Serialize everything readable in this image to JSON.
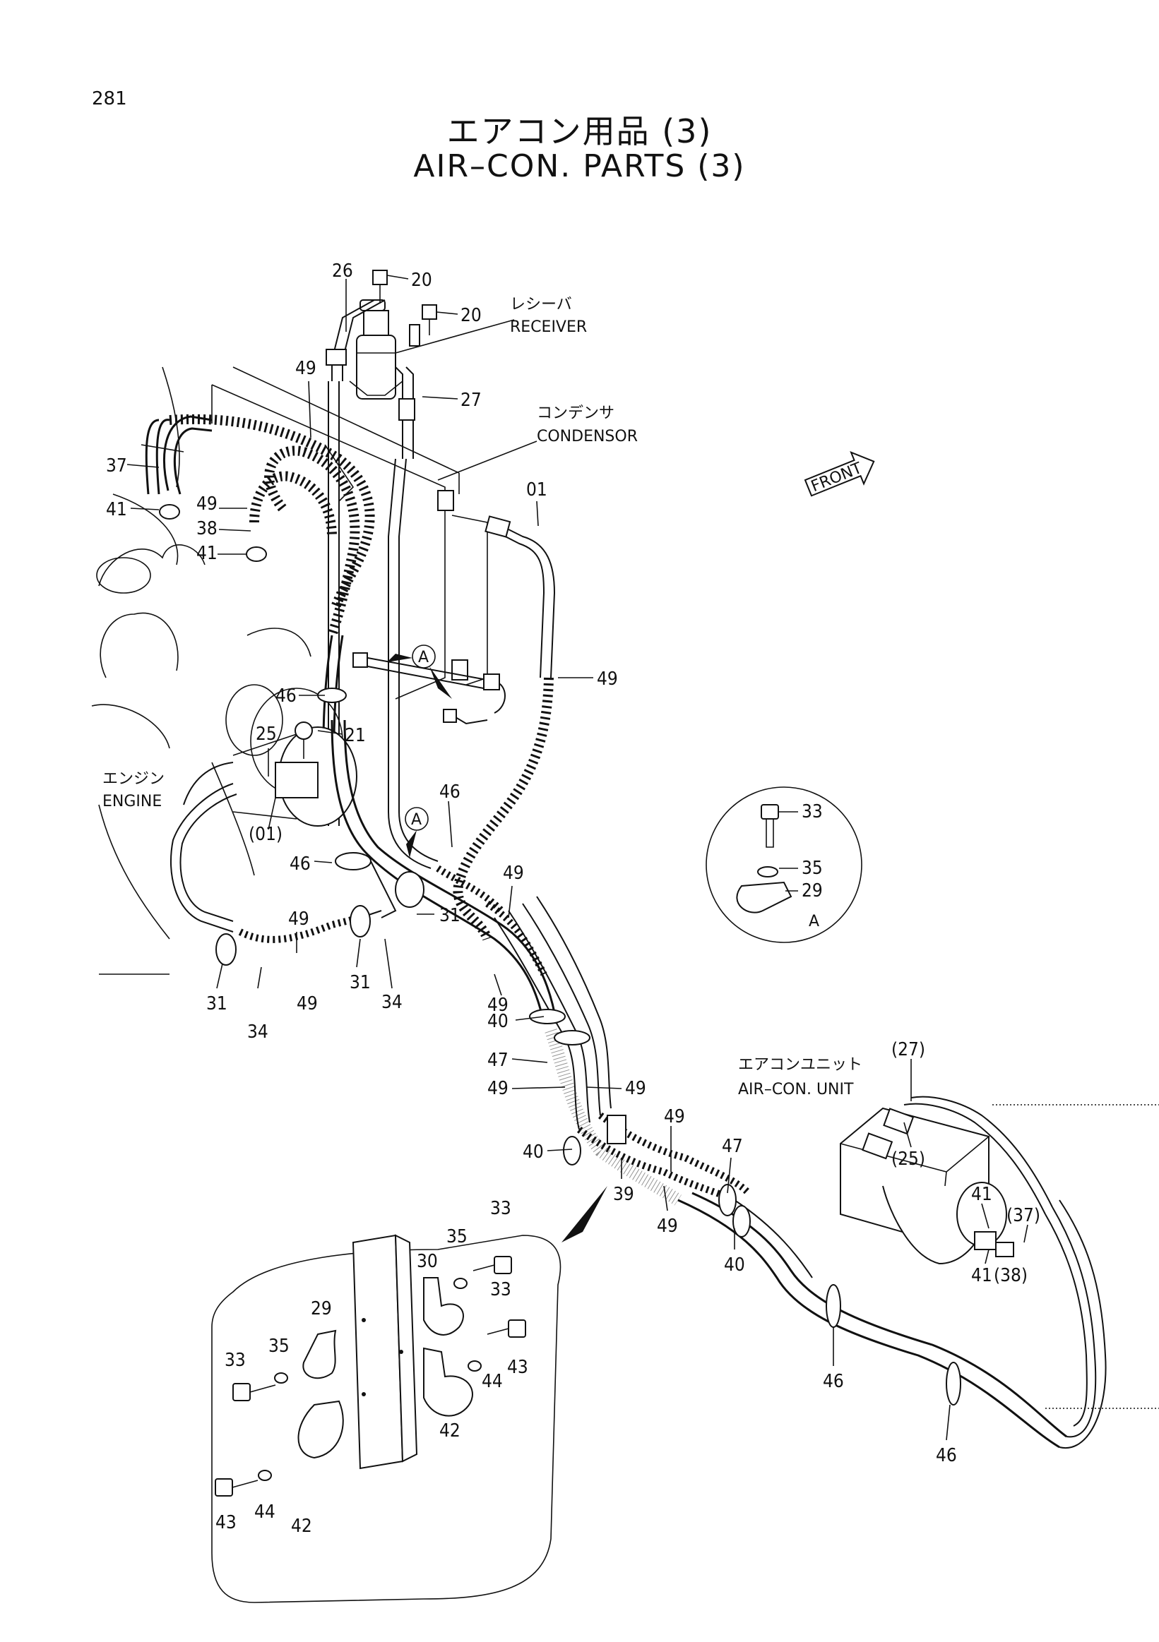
{
  "page_number": "281",
  "title_jp": "エアコン用品 (3)",
  "title_en": "AIR–CON. PARTS (3)",
  "components": {
    "receiver_jp": "レシーバ",
    "receiver_en": "RECEIVER",
    "condensor_jp": "コンデンサ",
    "condensor_en": "CONDENSOR",
    "engine_jp": "エンジン",
    "engine_en": "ENGINE",
    "aircon_unit_jp": "エアコンユニット",
    "aircon_unit_en": "AIR–CON. UNIT",
    "front": "FRONT",
    "detail_a": "A"
  },
  "callouts": {
    "c26": "26",
    "c20a": "20",
    "c20b": "20",
    "c27": "27",
    "c49_top": "49",
    "c37": "37",
    "c49_left": "49",
    "c41a": "41",
    "c38": "38",
    "c41b": "41",
    "c01": "01",
    "c49_right": "49",
    "c46a": "46",
    "c25": "25",
    "c21": "21",
    "c01p": "(01)",
    "c46b": "46",
    "c46c": "46",
    "c31a": "31",
    "c49_mid": "49",
    "c49_b1": "49",
    "c31b": "31",
    "c34a": "34",
    "c31c": "31",
    "c34b": "34",
    "c49_b2": "49",
    "c49_b3": "49",
    "c40a": "40",
    "c47a": "47",
    "c49_b4": "49",
    "c49_b5": "49",
    "c40b": "40",
    "c49_b6": "49",
    "c47b": "47",
    "c39": "39",
    "c49_b7": "49",
    "c40c": "40",
    "c27p": "(27)",
    "c25p": "(25)",
    "c41c": "41",
    "c37p": "(37)",
    "c41d": "41",
    "c38p": "(38)",
    "c46d": "46",
    "c46e": "46",
    "a33": "33",
    "a35": "35",
    "a29": "29",
    "d33a": "33",
    "d35a": "35",
    "d29": "29",
    "d30": "30",
    "d35b": "35",
    "d33b": "33",
    "d43a": "43",
    "d44a": "44",
    "d42a": "42",
    "d33c": "33",
    "d44b": "44",
    "d43b": "43",
    "d42b": "42"
  }
}
